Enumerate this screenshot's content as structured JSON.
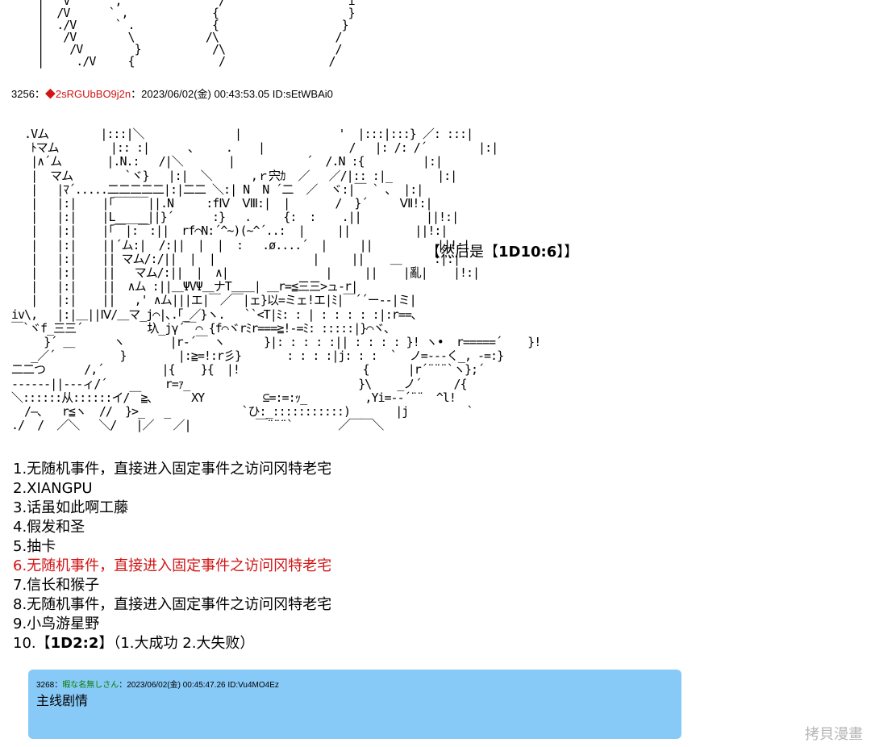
{
  "ascii_art_top": "    |   V       ,               /                   i\n    |  /V      ` ,             {                    }\n    |  ./V      ` .            {                   }\n    |   /V        \\           /\\                  /\n    |    /V        }           /\\                 /\n    |     ./V     {             /                /",
  "post": {
    "number": "3256：",
    "trip_mark": "◆2sRGUbBO9j2n",
    "meta": "：2023/06/02(金) 00:43:53.05 ID:sEtWBAi0"
  },
  "ascii_art_main": "  .Vム        |:::|＼              |               '  |:::|:::} ／: :::|\n   ﾄマム        |:: :|      ､     .    |             /   |: /: /´        |:|\n   |∧´ム       |.N.:   /|＼       |           ´  /.N :{         |:|\n   |  マム        `ヾ}   |:|  ＼      ,ｒ宍ｶ  ／   ／/|:: :|_       |:|\n   |   |ﾏ´.....二二二二二|:|二二 ＼:| N  N ´二  ／  ヾ:|￣ ` ､  |:|\n   |   |:|    |｢￣￣￣||.N     :fⅣ  Ⅷ:|  |       /  }´     Ⅶ!:|\n   |   |:|    |L_____||}´      :}   .     {:  :    .||          ||!:|\n   |   |:|    |｢￣|:￣:||  rf⌒N:´^~)(~^´..:  |     ||          ||!:|\n   |   |:|    ||´ム:|  /:||  |  |  :   .ø....´  |     ||          ||!:|\n   |   |:|    || マム/:/||  |  |               |     ||    ＿     :|:|\n   |   |:|    ||   マム/:||  |  ∧|               |     ||    |亂|    |!:|\n   |   |:|    ||  ∧ム :||＿ΨVΨ＿ナT＿＿| ＿r=≦三三>ュ-r|\n   |   |:|    ||   ,' ∧ム|||エ|￣／￣|ェ}以=ミェ!エ|ﾐ|￣´´ー--|ミ|\niv\\,   |:|＿||Ⅳ/＿マ_j⌒|､.｢_／}ヽ.   ``<T|ﾐ: : | : : : : :|:r==､\n￣`ヾf_三三´          圦_jγ´￣⌒ {f⌒ヾrﾐr===≧!-=ﾐ: :::::|}⌒ヾ､\n     }´ ＿      ヽ       |r-´￣ ヽ      }|: : : : :|| : : : : }! ヽ•  r=====´    }!\n   _／´          }        |:≧=!:r彡}       : : : :|j: : :  `  ノ=---く_, -=:}\n二二つ      /,´         |{    }{  |!                   {      |r´¨¨¨`ヽ};´\n------||---ィ/´         r=ｧ_                          }\\    _ノ´     /{\n＼::::::从::::::イ/￣≧､      XY         ⊆=:=:ｯ_         ,Yi=--´¨¨  ^l!\n  /―､   r≦ヽ  //  }>_   _           `ひ:_:::::::::::)       |j         `\n./  /  ／＼   ＼/   |／   ／|          ￣¨¨¨`       ／￣￣＼",
  "side_label": {
    "open": "【然后是【",
    "roll": "1D10:6",
    "close": "】】"
  },
  "options": [
    {
      "text": "1.无随机事件，直接进入固定事件之访问冈特老宅"
    },
    {
      "text": "2.XIANGPU"
    },
    {
      "text": "3.话虽如此啊工藤"
    },
    {
      "text": "4.假发和圣"
    },
    {
      "text": "5.抽卡"
    },
    {
      "text": "6.无随机事件，直接进入固定事件之访问冈特老宅"
    },
    {
      "text": "7.信长和猴子"
    },
    {
      "text": "8.无随机事件，直接进入固定事件之访问冈特老宅"
    },
    {
      "text": "9.小鸟游星野"
    }
  ],
  "option_10": {
    "prefix": "10.【",
    "roll": "1D2:2",
    "suffix": "】（1.大成功   2.大失败）"
  },
  "reply": {
    "number": "3268：",
    "name": "暇な名無しさん",
    "meta": "：2023/06/02(金) 00:45:47.26 ID:Vu4MO4Ez",
    "body": "主线剧情"
  },
  "watermark": "拷貝漫畫",
  "colors": {
    "trip": "#d11414",
    "highlight_option": "#d11414",
    "reply_background": "#87c9f7",
    "reply_name": "#0a7c00",
    "watermark": "#b5b5b5"
  }
}
